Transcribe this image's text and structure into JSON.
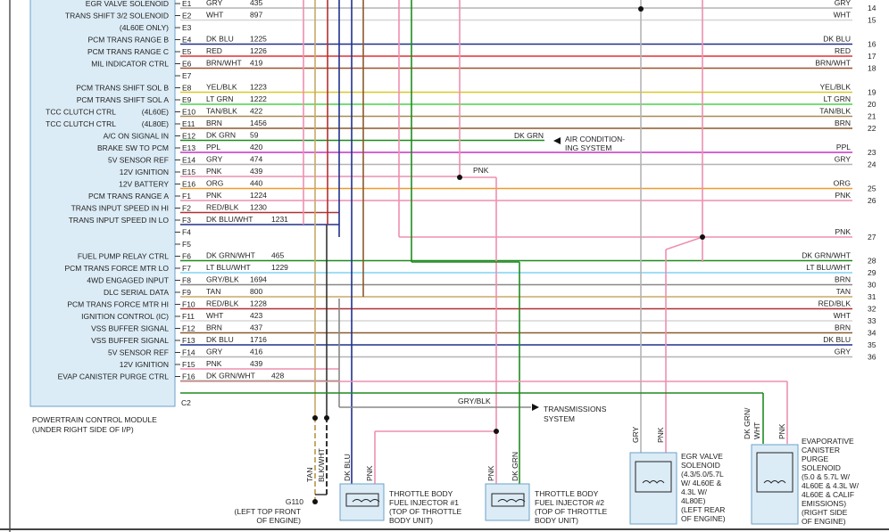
{
  "colors": {
    "GRY": "#b4b4b4",
    "WHT": "#d6d6d6",
    "DK BLU": "#21308c",
    "RED": "#e33030",
    "BRN/WHT": "#a0522d",
    "YEL/BLK": "#d9c82a",
    "LT GRN": "#49d449",
    "TAN/BLK": "#a98952",
    "BRN": "#8b5a2b",
    "DK GRN": "#1f8a1f",
    "PPL": "#c632c6",
    "PNK": "#ee8fb0",
    "ORG": "#f09a2a",
    "RED/BLK": "#b03030",
    "DK BLU/WHT": "#21308c",
    "DK GRN/WHT": "#1f8a1f",
    "LT BLU/WHT": "#7ed3f0",
    "GRY/BLK": "#888888",
    "TAN": "#c8a96b",
    "module_fill": "#dcecf6",
    "module_border": "#6aa2c8"
  },
  "module": {
    "name_line1": "POWERTRAIN CONTROL MODULE",
    "name_line2": "(UNDER RIGHT SIDE OF I/P)",
    "bottom_pin": "C2"
  },
  "pins": [
    {
      "fn": "EGR VALVE SOLENOID",
      "pin": "E1",
      "color": "GRY",
      "circuit": "435",
      "right": "GRY",
      "num": "14"
    },
    {
      "fn": "TRANS SHIFT 3/2 SOLENOID",
      "pin": "E2",
      "color": "WHT",
      "circuit": "897",
      "right": "WHT",
      "num": "15"
    },
    {
      "fn": "(4L60E ONLY)",
      "pin": "E3"
    },
    {
      "fn": "PCM TRANS RANGE B",
      "pin": "E4",
      "color": "DK BLU",
      "circuit": "1225",
      "right": "DK BLU",
      "num": "16"
    },
    {
      "fn": "PCM TRANS RANGE C",
      "pin": "E5",
      "color": "RED",
      "circuit": "1226",
      "right": "RED",
      "num": "17"
    },
    {
      "fn": "MIL INDICATOR CTRL",
      "pin": "E6",
      "color": "BRN/WHT",
      "circuit": "419",
      "right": "BRN/WHT",
      "num": "18"
    },
    {
      "fn": "",
      "pin": "E7"
    },
    {
      "fn": "PCM TRANS SHIFT SOL B",
      "pin": "E8",
      "color": "YEL/BLK",
      "circuit": "1223",
      "right": "YEL/BLK",
      "num": "19"
    },
    {
      "fn": "PCM TRANS SHIFT SOL A",
      "pin": "E9",
      "color": "LT GRN",
      "circuit": "1222",
      "right": "LT GRN",
      "num": "20"
    },
    {
      "fn": "TCC CLUTCH CTRL",
      "fn2": "(4L60E)",
      "pin": "E10",
      "color": "TAN/BLK",
      "circuit": "422",
      "right": "TAN/BLK",
      "num": "21"
    },
    {
      "fn": "TCC CLUTCH CTRL",
      "fn2": "(4L80E)",
      "pin": "E11",
      "color": "BRN",
      "circuit": "1456",
      "right": "BRN",
      "num": "22"
    },
    {
      "fn": "A/C ON SIGNAL IN",
      "pin": "E12",
      "color": "DK GRN",
      "circuit": "59"
    },
    {
      "fn": "BRAKE SW TO PCM",
      "pin": "E13",
      "color": "PPL",
      "circuit": "420",
      "right": "PPL",
      "num": "23"
    },
    {
      "fn": "5V SENSOR REF",
      "pin": "E14",
      "color": "GRY",
      "circuit": "474",
      "right": "GRY",
      "num": "24"
    },
    {
      "fn": "12V IGNITION",
      "pin": "E15",
      "color": "PNK",
      "circuit": "439"
    },
    {
      "fn": "12V BATTERY",
      "pin": "E16",
      "color": "ORG",
      "circuit": "440",
      "right": "ORG",
      "num": "25"
    },
    {
      "fn": "PCM TRANS RANGE A",
      "pin": "F1",
      "color": "PNK",
      "circuit": "1224",
      "right": "PNK",
      "num": "26"
    },
    {
      "fn": "TRANS INPUT SPEED IN HI",
      "pin": "F2",
      "color": "RED/BLK",
      "circuit": "1230"
    },
    {
      "fn": "TRANS INPUT SPEED IN LO",
      "pin": "F3",
      "color": "DK BLU/WHT",
      "circuit": "1231"
    },
    {
      "fn": "",
      "pin": "F4"
    },
    {
      "fn": "",
      "pin": "F5"
    },
    {
      "fn": "FUEL PUMP RELAY CTRL",
      "pin": "F6",
      "color": "DK GRN/WHT",
      "circuit": "465",
      "right": "DK GRN/WHT",
      "num": "28"
    },
    {
      "fn": "PCM TRANS FORCE MTR LO",
      "pin": "F7",
      "color": "LT BLU/WHT",
      "circuit": "1229",
      "right": "LT BLU/WHT",
      "num": "29"
    },
    {
      "fn": "4WD ENGAGED INPUT",
      "pin": "F8",
      "color": "GRY/BLK",
      "circuit": "1694",
      "right": "BRN",
      "num": "30"
    },
    {
      "fn": "DLC SERIAL DATA",
      "pin": "F9",
      "color": "TAN",
      "circuit": "800",
      "right": "TAN",
      "num": "31"
    },
    {
      "fn": "PCM TRANS FORCE MTR HI",
      "pin": "F10",
      "color": "RED/BLK",
      "circuit": "1228",
      "right": "RED/BLK",
      "num": "32"
    },
    {
      "fn": "IGNITION CONTROL (IC)",
      "pin": "F11",
      "color": "WHT",
      "circuit": "423",
      "right": "WHT",
      "num": "33"
    },
    {
      "fn": "VSS BUFFER SIGNAL",
      "pin": "F12",
      "color": "BRN",
      "circuit": "437",
      "right": "BRN",
      "num": "34"
    },
    {
      "fn": "VSS BUFFER SIGNAL",
      "pin": "F13",
      "color": "DK BLU",
      "circuit": "1716",
      "right": "DK BLU",
      "num": "35"
    },
    {
      "fn": "5V SENSOR REF",
      "pin": "F14",
      "color": "GRY",
      "circuit": "416",
      "right": "GRY",
      "num": "36"
    },
    {
      "fn": "12V IGNITION",
      "pin": "F15",
      "color": "PNK",
      "circuit": "439"
    },
    {
      "fn": "EVAP CANISTER PURGE CTRL",
      "pin": "F16",
      "color": "DK GRN/WHT",
      "circuit": "428"
    }
  ],
  "labels": {
    "dkgrn_ac": "DK GRN",
    "ac_system_l1": "AIR CONDITION-",
    "ac_system_l2": "ING SYSTEM",
    "pnk_splice": "PNK",
    "pnk_27": "PNK",
    "num_27": "27",
    "gryblk": "GRY/BLK",
    "trans_l1": "TRANSMISSIONS",
    "trans_l2": "SYSTEM"
  },
  "components": {
    "ground": {
      "id": "G110",
      "l1": "(LEFT TOP FRONT",
      "l2": "OF ENGINE)",
      "w1": "TAN",
      "w2": "BLK/WHT"
    },
    "inj1": {
      "w1": "DK BLU",
      "w2": "PNK",
      "l1": "THROTTLE BODY",
      "l2": "FUEL INJECTOR #1",
      "l3": "(TOP OF THROTTLE",
      "l4": "BODY UNIT)"
    },
    "inj2": {
      "w1": "PNK",
      "w2": "DK GRN",
      "l1": "THROTTLE BODY",
      "l2": "FUEL INJECTOR #2",
      "l3": "(TOP OF THROTTLE",
      "l4": "BODY UNIT)"
    },
    "egr": {
      "w1": "GRY",
      "w2": "PNK",
      "l1": "EGR VALVE",
      "l2": "SOLENOID",
      "l3": "(4.3/5.0/5.7L",
      "l4": "W/ 4L60E &",
      "l5": "4.3L W/",
      "l6": "4L80E)",
      "l7": "(LEFT REAR",
      "l8": "OF ENGINE)"
    },
    "evap": {
      "w1a": "DK GRN/",
      "w1b": "WHT",
      "w2": "PNK",
      "l1": "EVAPORATIVE",
      "l2": "CANISTER",
      "l3": "PURGE",
      "l4": "SOLENOID",
      "l5": "(5.0 & 5.7L W/",
      "l6": "4L60E & 4.3L W/",
      "l7": "4L60E & CALIF",
      "l8": "EMISSIONS)",
      "l9": "(RIGHT SIDE",
      "l10": "OF ENGINE)"
    }
  }
}
